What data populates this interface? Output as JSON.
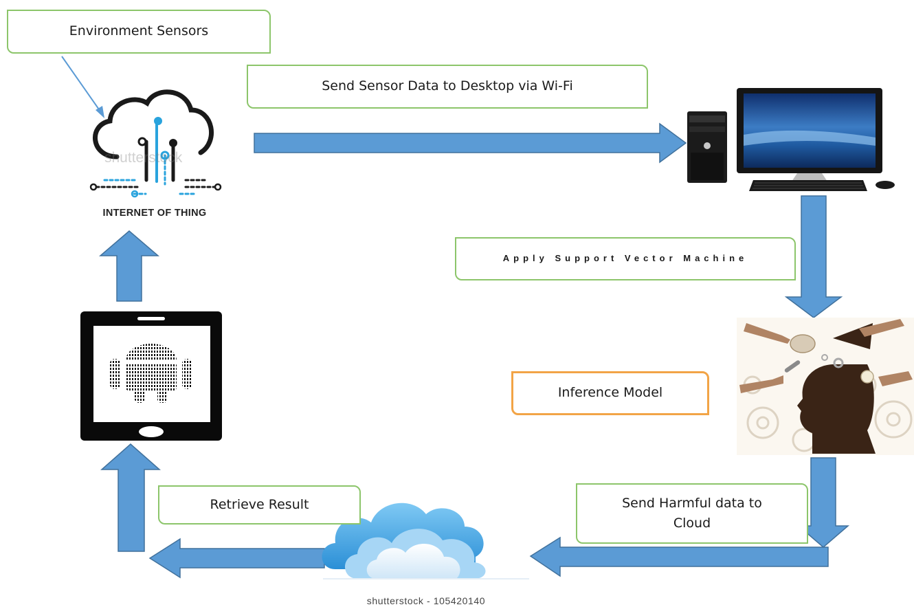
{
  "diagram": {
    "nodes": {
      "environment_sensors": "Environment Sensors",
      "send_sensor_data": "Send Sensor Data to Desktop via Wi-Fi",
      "apply_svm": "Apply Support Vector Machine",
      "inference_model": "Inference Model",
      "send_harmful_line1": "Send Harmful data to",
      "send_harmful_line2": "Cloud",
      "retrieve_result": "Retrieve Result"
    },
    "image_labels": {
      "iot": "INTERNET OF THING",
      "iot_watermark": "shutterstock",
      "cloud_caption": "shutterstock - 105420140"
    },
    "colors": {
      "arrow_fill": "#5b9bd5",
      "arrow_stroke": "#41719c",
      "box_border_green": "#8cc56a",
      "box_border_orange": "#f2a446"
    },
    "icons": [
      "iot-cloud-icon",
      "desktop-computer-icon",
      "inference-head-icon",
      "storage-cloud-icon",
      "smartphone-android-icon"
    ]
  }
}
